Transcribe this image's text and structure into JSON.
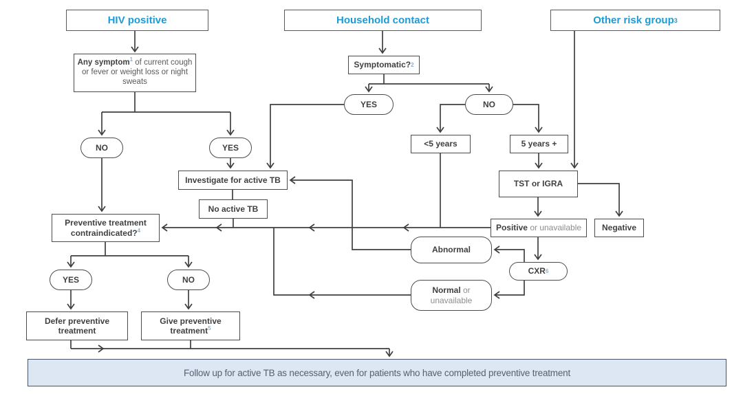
{
  "colors": {
    "accent": "#1b9cd8",
    "line": "#3f3f3f",
    "text_dark": "#3f3f3f",
    "text_gray": "#595959",
    "text_muted": "#8c8c8c",
    "superscript": "#93aec6",
    "footer_bg": "#dde6f3",
    "footer_border": "#44546a",
    "footer_text": "#556170"
  },
  "headers": {
    "hiv": {
      "label": "HIV positive"
    },
    "household": {
      "label": "Household contact"
    },
    "other": {
      "label": "Other risk group",
      "sup": "3"
    }
  },
  "nodes": {
    "any_symptom": {
      "bold": "Any symptom",
      "sup": "1",
      "rest": " of current cough or fever or weight loss or night sweats"
    },
    "symptomatic": {
      "label": "Symptomatic?",
      "sup": "2"
    },
    "hiv_no": {
      "label": "NO"
    },
    "hiv_yes": {
      "label": "YES"
    },
    "hh_yes": {
      "label": "YES"
    },
    "hh_no": {
      "label": "NO"
    },
    "under5": {
      "label": "<5 years"
    },
    "over5": {
      "label": "5 years +"
    },
    "tst": {
      "label": "TST or IGRA"
    },
    "investigate": {
      "label": "Investigate for active TB"
    },
    "no_active_tb": {
      "label": "No active TB"
    },
    "contraindicated": {
      "label": "Preventive treatment contraindicated?",
      "sup": "4"
    },
    "positive": {
      "bold": "Positive",
      "rest": " or unavailable"
    },
    "negative": {
      "label": "Negative"
    },
    "abnormal": {
      "label": "Abnormal"
    },
    "cxr": {
      "label": "CXR",
      "sup": "6"
    },
    "normal": {
      "bold": "Normal",
      "rest": " or unavailable"
    },
    "ci_yes": {
      "label": "YES"
    },
    "ci_no": {
      "label": "NO"
    },
    "defer": {
      "label": "Defer preventive treatment"
    },
    "give": {
      "label": "Give preventive treatment",
      "sup": "5"
    }
  },
  "footer": {
    "label": "Follow up for active TB as necessary, even for patients who have completed preventive treatment"
  }
}
